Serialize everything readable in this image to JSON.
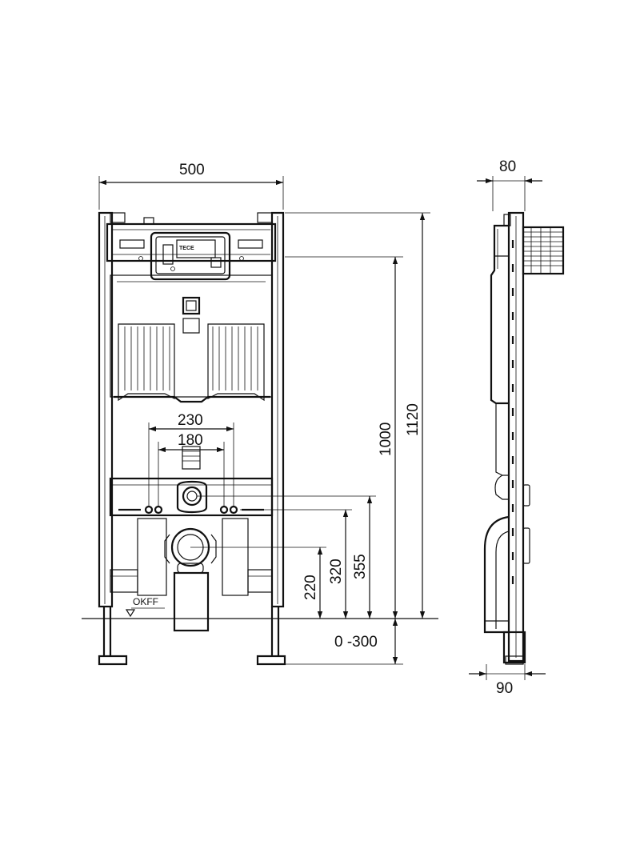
{
  "dimensions": {
    "width_total": "500",
    "depth_top": "80",
    "depth_bottom": "90",
    "height_total": "1120",
    "height_flush": "1000",
    "bolt_spacing_outer": "230",
    "bolt_spacing_inner": "180",
    "height_355": "355",
    "height_320": "320",
    "height_220": "220",
    "leg_adjust": "0 -300"
  },
  "labels": {
    "floor_level": "OKFF",
    "brand": "TECE"
  },
  "colors": {
    "line": "#111111",
    "background": "#ffffff"
  }
}
